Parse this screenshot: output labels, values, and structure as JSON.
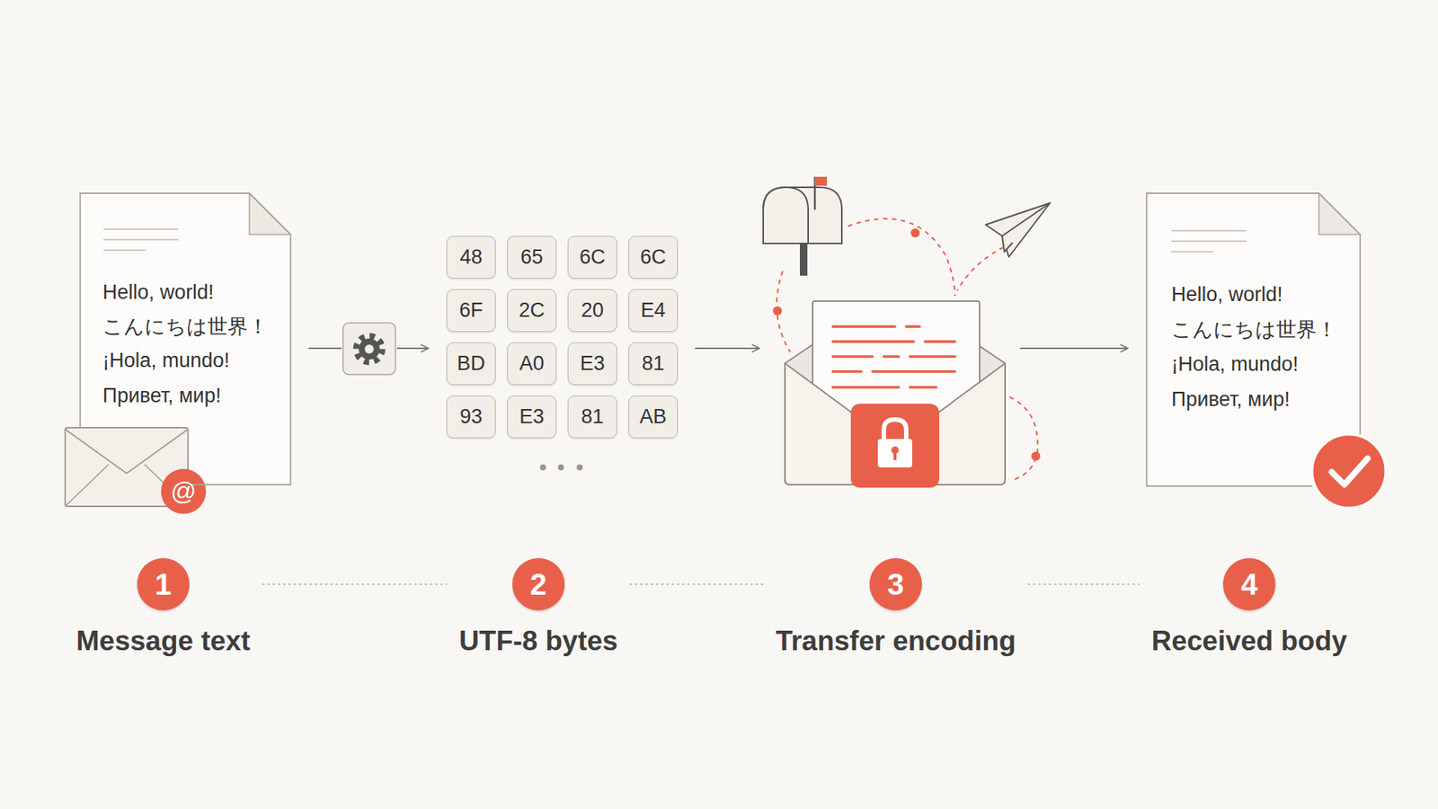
{
  "diagram": {
    "nodes": [
      {
        "text": [
          "Hello, world!",
          "こんにちは世界！",
          "¡Hola, mundo!",
          "Привет, мир!"
        ]
      },
      {
        "text": [
          "48"
        ]
      },
      {
        "text": [
          "65"
        ]
      },
      {
        "text": [
          "6C"
        ]
      },
      {
        "text": [
          "6C"
        ]
      },
      {
        "text": [
          "6F"
        ]
      },
      {
        "text": [
          "2C"
        ]
      },
      {
        "text": [
          "20"
        ]
      },
      {
        "text": [
          "E4"
        ]
      },
      {
        "text": [
          "BD"
        ]
      },
      {
        "text": [
          "A0"
        ]
      },
      {
        "text": [
          "E3"
        ]
      },
      {
        "text": [
          "81"
        ]
      },
      {
        "text": [
          "93"
        ]
      },
      {
        "text": [
          "E3"
        ]
      },
      {
        "text": [
          "81"
        ]
      },
      {
        "text": [
          "AB"
        ]
      },
      {
        "text": [
          "Hello, world!",
          "こんにちは世界！",
          "¡Hola, mundo!",
          "Привет, мир!"
        ]
      },
      {
        "text": [
          "1",
          "Message text"
        ]
      },
      {
        "text": [
          "2",
          "UTF-8 bytes"
        ]
      },
      {
        "text": [
          "3",
          "Transfer encoding"
        ]
      },
      {
        "text": [
          "4",
          "Received body"
        ]
      }
    ],
    "edges": [
      {
        "from": 18,
        "to": 19,
        "arrow": "none"
      },
      {
        "from": 19,
        "to": 20,
        "arrow": "none"
      },
      {
        "from": 20,
        "to": 21,
        "arrow": "none"
      }
    ],
    "labels": [
      "@"
    ]
  }
}
